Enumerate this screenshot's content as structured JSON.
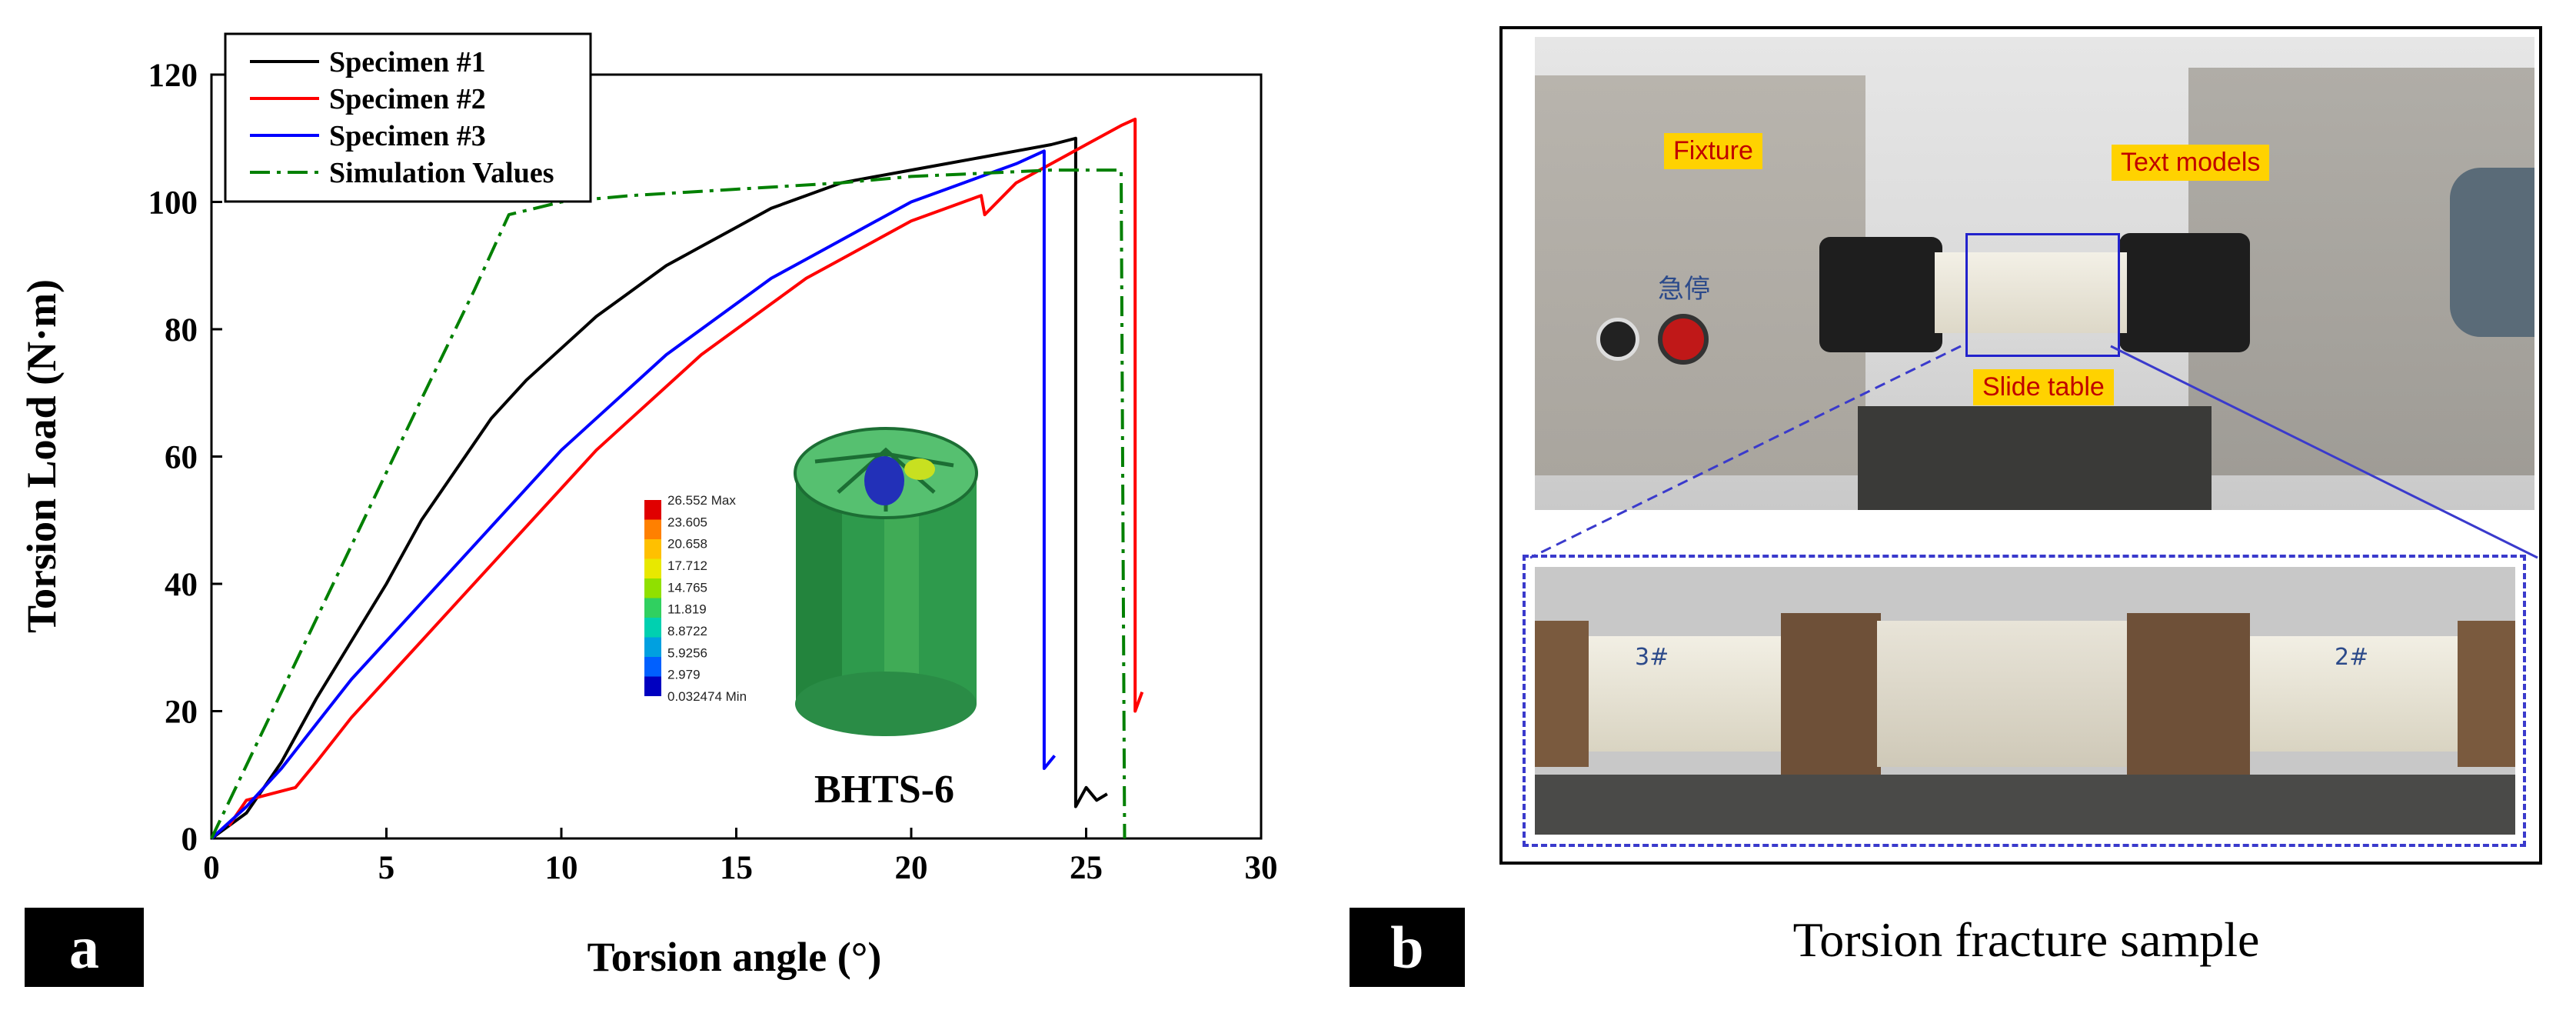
{
  "chart_data": {
    "type": "line",
    "xlabel": "Torsion angle (°)",
    "ylabel": "Torsion Load (N·m)",
    "xlim": [
      0,
      30
    ],
    "ylim": [
      0,
      120
    ],
    "xticks": [
      "0",
      "5",
      "10",
      "15",
      "20",
      "25",
      "30"
    ],
    "yticks": [
      "0",
      "20",
      "40",
      "60",
      "80",
      "100",
      "120"
    ],
    "legend_position": "top-left",
    "grid": false,
    "series": [
      {
        "name": "Specimen #1",
        "color": "#000000",
        "style": "solid",
        "points": [
          [
            0,
            0
          ],
          [
            1,
            4
          ],
          [
            2,
            12
          ],
          [
            3,
            22
          ],
          [
            4,
            31
          ],
          [
            5,
            40
          ],
          [
            6,
            50
          ],
          [
            7,
            58
          ],
          [
            8,
            66
          ],
          [
            9,
            72
          ],
          [
            10,
            77
          ],
          [
            11,
            82
          ],
          [
            12,
            86
          ],
          [
            13,
            90
          ],
          [
            14,
            93
          ],
          [
            15,
            96
          ],
          [
            16,
            99
          ],
          [
            17,
            101
          ],
          [
            18,
            103
          ],
          [
            19,
            104
          ],
          [
            20,
            105
          ],
          [
            21,
            106
          ],
          [
            22,
            107
          ],
          [
            23,
            108
          ],
          [
            24,
            109
          ],
          [
            24.7,
            110
          ],
          [
            24.7,
            5
          ],
          [
            25,
            8
          ],
          [
            25.3,
            6
          ],
          [
            25.6,
            7
          ]
        ]
      },
      {
        "name": "Specimen #2",
        "color": "#ff0000",
        "style": "solid",
        "points": [
          [
            0.5,
            2
          ],
          [
            1,
            6
          ],
          [
            2.4,
            8
          ],
          [
            3,
            12
          ],
          [
            4,
            19
          ],
          [
            5,
            25
          ],
          [
            6,
            31
          ],
          [
            7,
            37
          ],
          [
            8,
            43
          ],
          [
            9,
            49
          ],
          [
            10,
            55
          ],
          [
            11,
            61
          ],
          [
            12,
            66
          ],
          [
            13,
            71
          ],
          [
            14,
            76
          ],
          [
            15,
            80
          ],
          [
            16,
            84
          ],
          [
            17,
            88
          ],
          [
            18,
            91
          ],
          [
            19,
            94
          ],
          [
            20,
            97
          ],
          [
            21,
            99
          ],
          [
            22,
            101
          ],
          [
            22.1,
            98
          ],
          [
            23,
            103
          ],
          [
            24,
            106
          ],
          [
            25,
            109
          ],
          [
            26,
            112
          ],
          [
            26.4,
            113
          ],
          [
            26.4,
            20
          ],
          [
            26.6,
            23
          ]
        ]
      },
      {
        "name": "Specimen #3",
        "color": "#0000ff",
        "style": "solid",
        "points": [
          [
            0,
            0
          ],
          [
            1,
            5
          ],
          [
            2,
            11
          ],
          [
            3,
            18
          ],
          [
            4,
            25
          ],
          [
            5,
            31
          ],
          [
            6,
            37
          ],
          [
            7,
            43
          ],
          [
            8,
            49
          ],
          [
            9,
            55
          ],
          [
            10,
            61
          ],
          [
            11,
            66
          ],
          [
            12,
            71
          ],
          [
            13,
            76
          ],
          [
            14,
            80
          ],
          [
            15,
            84
          ],
          [
            16,
            88
          ],
          [
            17,
            91
          ],
          [
            18,
            94
          ],
          [
            19,
            97
          ],
          [
            20,
            100
          ],
          [
            21,
            102
          ],
          [
            22,
            104
          ],
          [
            23,
            106
          ],
          [
            23.8,
            108
          ],
          [
            23.8,
            11
          ],
          [
            24.1,
            13
          ]
        ]
      },
      {
        "name": "Simulation Values",
        "color": "#008000",
        "style": "dashdot",
        "points": [
          [
            0,
            0
          ],
          [
            2,
            23
          ],
          [
            4,
            46
          ],
          [
            6,
            69
          ],
          [
            7.5,
            86
          ],
          [
            8.5,
            98
          ],
          [
            10,
            100
          ],
          [
            12,
            101
          ],
          [
            15,
            102
          ],
          [
            18,
            103
          ],
          [
            20,
            104
          ],
          [
            22,
            104.5
          ],
          [
            24,
            105
          ],
          [
            26,
            105
          ],
          [
            26.1,
            0
          ]
        ]
      }
    ],
    "inset": {
      "caption": "BHTS-6",
      "scale_labels": [
        "26.552 Max",
        "23.605",
        "20.658",
        "17.712",
        "14.765",
        "11.819",
        "8.8722",
        "5.9256",
        "2.979",
        "0.032474 Min"
      ],
      "scale_colors": [
        "#e00000",
        "#ff8000",
        "#ffc000",
        "#e8e800",
        "#90e000",
        "#30d060",
        "#00d0b0",
        "#00a0e0",
        "#0060ff",
        "#0000c0"
      ]
    }
  },
  "panels": {
    "a_label": "a",
    "b_label": "b",
    "b_caption": "Torsion fracture sample"
  },
  "photo": {
    "callouts": [
      "Fixture",
      "Text models",
      "Slide table"
    ],
    "machine_sign": "急停",
    "sample_marks": [
      "3#",
      "2#"
    ]
  }
}
